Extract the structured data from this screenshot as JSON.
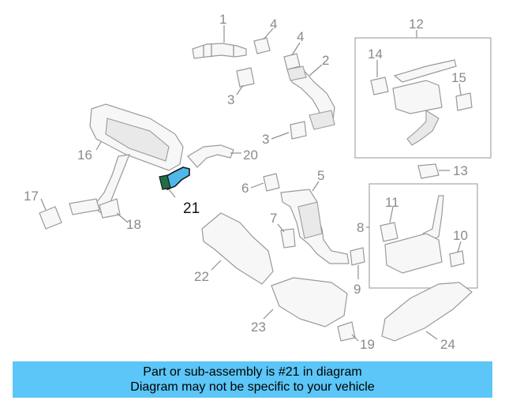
{
  "colors": {
    "highlight_part": "#4fb8ea",
    "banner_bg": "#5bc6f7",
    "line_art": "#9a9a9a",
    "callout_text": "#8a8a8a"
  },
  "callouts": [
    "1",
    "2",
    "3",
    "4",
    "4",
    "3",
    "3",
    "5",
    "6",
    "7",
    "8",
    "9",
    "10",
    "11",
    "12",
    "13",
    "14",
    "15",
    "16",
    "17",
    "18",
    "19",
    "20",
    "21",
    "22",
    "23",
    "24"
  ],
  "highlighted_callout": "21",
  "banner": {
    "line1": "Part or sub-assembly is #21 in diagram",
    "line2": "Diagram may not be specific to your vehicle"
  }
}
